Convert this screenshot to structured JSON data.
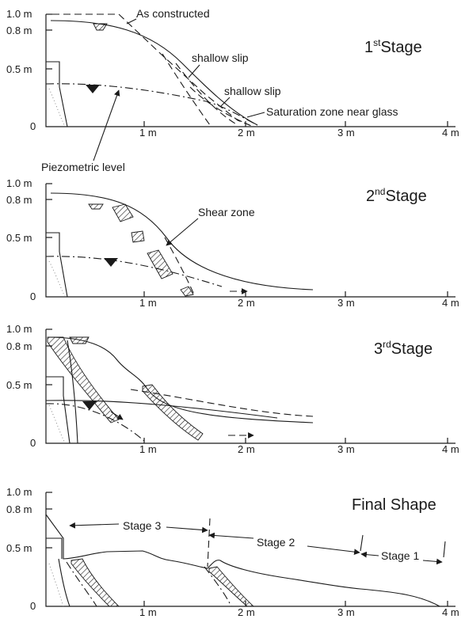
{
  "panels": [
    {
      "stage_title": "1",
      "stage_sup": "st",
      "stage_word": "Stage",
      "y_labels": [
        "1.0 m",
        "0.8 m",
        "0.5 m",
        "0"
      ],
      "x_labels": [
        "1 m",
        "2 m",
        "3 m",
        "4 m"
      ],
      "annotations": {
        "as_constructed": "As constructed",
        "shallow_slip_1": "shallow slip",
        "shallow_slip_2": "shallow slip",
        "saturation": "Saturation zone near glass",
        "piezometric": "Piezometric level"
      }
    },
    {
      "stage_title": "2",
      "stage_sup": "nd",
      "stage_word": "Stage",
      "y_labels": [
        "1.0 m",
        "0.8 m",
        "0.5 m",
        "0"
      ],
      "x_labels": [
        "1 m",
        "2 m",
        "3 m",
        "4 m"
      ],
      "annotations": {
        "shear_zone": "Shear zone"
      }
    },
    {
      "stage_title": "3",
      "stage_sup": "rd",
      "stage_word": "Stage",
      "y_labels": [
        "1.0 m",
        "0.8 m",
        "0.5 m",
        "0"
      ],
      "x_labels": [
        "1 m",
        "2 m",
        "3 m",
        "4 m"
      ]
    },
    {
      "stage_title": "Final Shape",
      "y_labels": [
        "1.0 m",
        "0.8 m",
        "0.5 m",
        "0"
      ],
      "x_labels": [
        "1 m",
        "2 m",
        "3 m",
        "4 m"
      ],
      "annotations": {
        "stage3": "Stage 3",
        "stage2": "Stage 2",
        "stage1": "Stage 1"
      }
    }
  ]
}
